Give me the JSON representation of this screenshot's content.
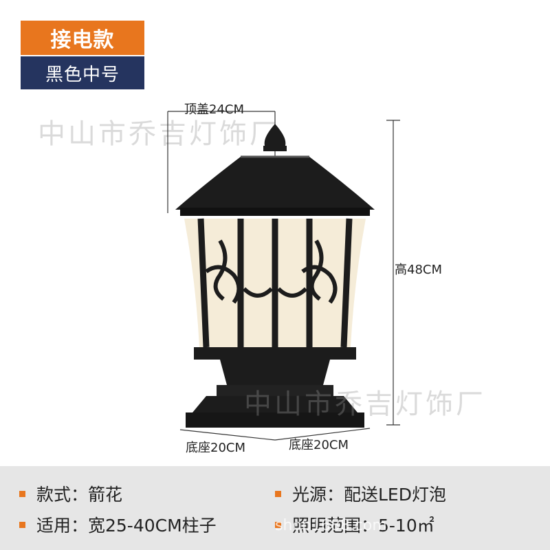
{
  "tags": {
    "type_label": "接电款",
    "variant_label": "黑色中号"
  },
  "watermarks": {
    "top": "中山市乔吉灯饰厂",
    "middle": "中山市乔吉灯饰厂",
    "url": "shop1688.com"
  },
  "dimensions": {
    "top_cap": "顶盖24CM",
    "height": "高48CM",
    "base_left": "底座20CM",
    "base_right": "底座20CM"
  },
  "specs": {
    "style": "款式：箭花",
    "light_source": "光源：配送LED灯泡",
    "applicable": "适用：宽25-40CM柱子",
    "lighting_range": "照明范围：5-10㎡"
  },
  "colors": {
    "orange": "#e8761e",
    "navy": "#25345f",
    "lamp_body": "#1c1c1c",
    "glass": "#f5ecd8",
    "spec_background": "#e6e6e6"
  },
  "icons": {
    "lamp": "pillar-lamp-image",
    "bullet": "orange-square-bullet"
  }
}
